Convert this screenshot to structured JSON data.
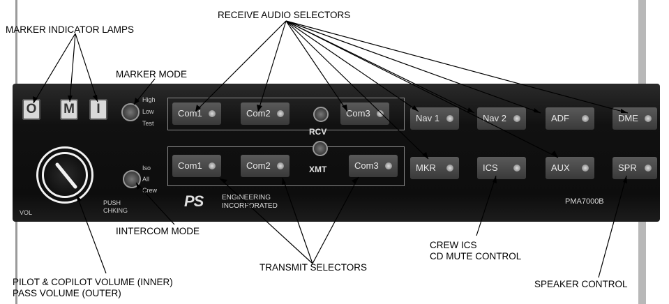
{
  "callouts": {
    "receive_audio_selectors": "RECEIVE AUDIO SELECTORS",
    "marker_indicator_lamps": "MARKER INDICATOR LAMPS",
    "marker_mode": "MARKER MODE",
    "intercom_mode": "IINTERCOM MODE",
    "pilot_volume_line1": "PILOT & COPILOT VOLUME (INNER)",
    "pilot_volume_line2": "PASS VOLUME (OUTER)",
    "transmit_selectors": "TRANSMIT SELECTORS",
    "crew_ics_line1": "CREW ICS",
    "crew_ics_line2": "CD MUTE CONTROL",
    "speaker_control": "SPEAKER CONTROL"
  },
  "lamps": [
    "O",
    "M",
    "I"
  ],
  "marker_mode_options": [
    "High",
    "Low",
    "Test"
  ],
  "intercom_mode_options": [
    "Iso",
    "All",
    "Crew"
  ],
  "push_label": "PUSH CHKING",
  "vol_label": "VOL",
  "receive_buttons": [
    "Com1",
    "Com2",
    "Com3"
  ],
  "transmit_buttons": [
    "Com1",
    "Com2",
    "Com3"
  ],
  "rcv_label": "RCV",
  "xmt_label": "XMT",
  "top_right_buttons": [
    "Nav 1",
    "Nav 2",
    "ADF",
    "DME"
  ],
  "bottom_right_buttons": [
    "MKR",
    "ICS",
    "AUX",
    "SPR"
  ],
  "logo": {
    "mark": "PS",
    "line1": "ENGINEERING",
    "line2": "INCORPORATED"
  },
  "model": "PMA7000B"
}
